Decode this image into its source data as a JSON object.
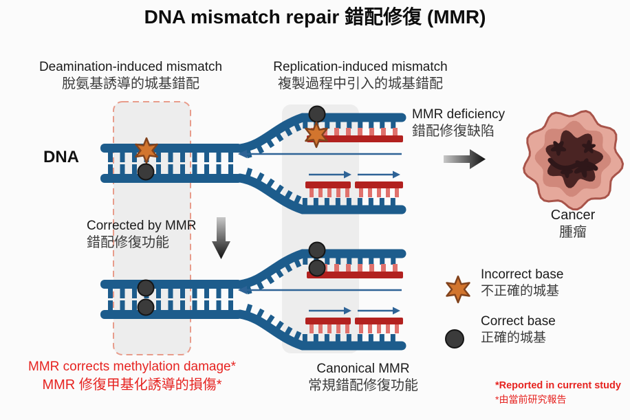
{
  "title": "DNA mismatch repair 錯配修復 (MMR)",
  "headers": {
    "deamination_en": "Deamination-induced mismatch",
    "deamination_zh": "脫氨基誘導的城基錯配",
    "replication_en": "Replication-induced mismatch",
    "replication_zh": "複製過程中引入的城基錯配"
  },
  "labels": {
    "dna": "DNA",
    "mmr_deficiency_en": "MMR deficiency",
    "mmr_deficiency_zh": "錯配修復缺陷",
    "cancer_en": "Cancer",
    "cancer_zh": "腫瘤",
    "corrected_en": "Corrected by MMR",
    "corrected_zh": "錯配修復功能",
    "canonical_en": "Canonical MMR",
    "canonical_zh": "常規錯配修復功能"
  },
  "legend": {
    "incorrect_en": "Incorrect base",
    "incorrect_zh": "不正確的城基",
    "correct_en": "Correct base",
    "correct_zh": "正確的城基"
  },
  "notes": {
    "methylation_en": "MMR corrects methylation damage*",
    "methylation_zh": "MMR 修復甲基化誘導的損傷*",
    "footnote_en": "*Reported in current study",
    "footnote_zh": "*由當前研究報告"
  },
  "colors": {
    "dna_blue": "#1d5c8c",
    "strand_red": "#b2211f",
    "strand_pink": "#e0716c",
    "arrow_blue": "#2e6396",
    "accent_red": "#e62320",
    "star_orange": "#d2752e",
    "star_outline": "#82431d",
    "base_dark": "#3b3b3b",
    "band_gray": "#ededed",
    "band_dash": "#e89c8b",
    "tumor_outer": "#e5a89b",
    "tumor_mid": "#d0887b",
    "tumor_inner": "#4a2423"
  }
}
